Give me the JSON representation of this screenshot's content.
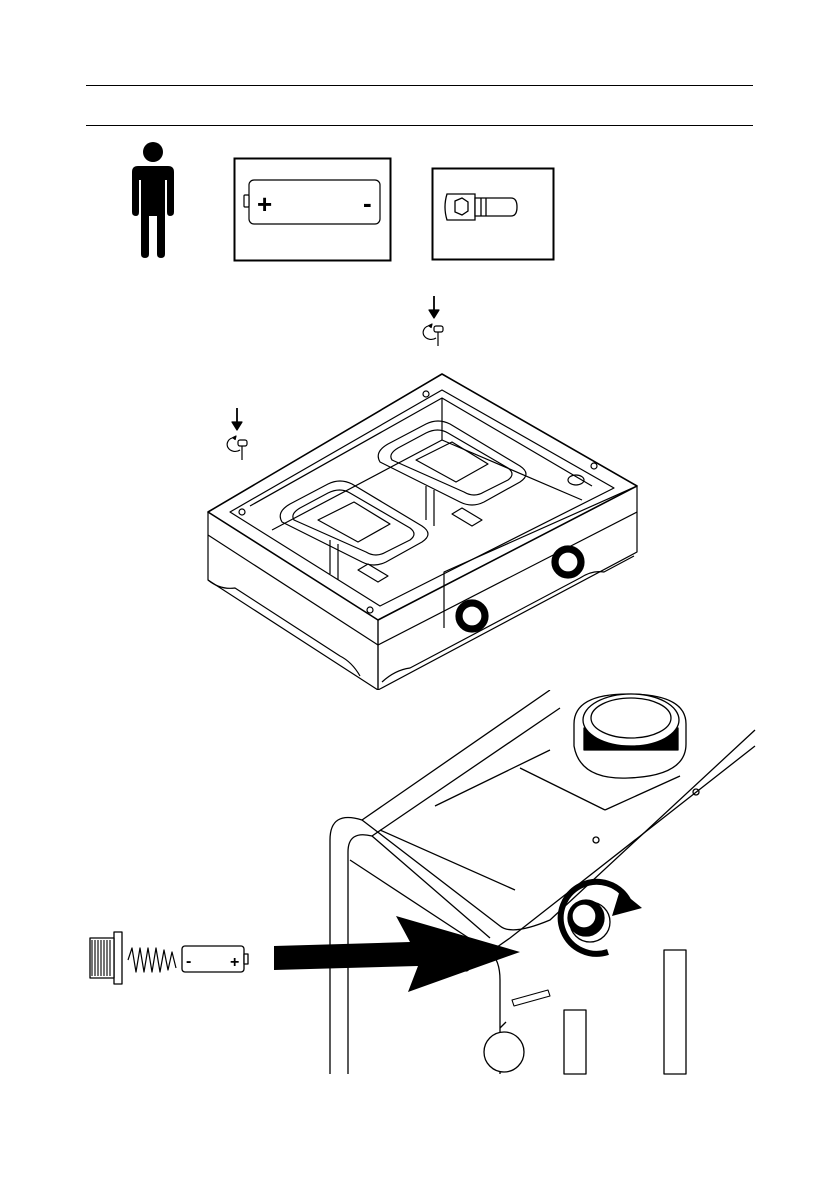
{
  "page": {
    "background": "#ffffff",
    "ink": "#000000"
  },
  "requirements": {
    "person_icon": "person-icon",
    "battery_icon": "battery-icon",
    "battery": {
      "plus": "+",
      "minus": "-"
    },
    "screw_icon": "hex-socket-screw-icon"
  },
  "step1": {
    "illustration": "grill-top-view",
    "screw_icon": "screw-rotate-icon",
    "screw_count": 2
  },
  "step2": {
    "illustration": "battery-insert-closeup",
    "battery": {
      "minus": "-",
      "plus": "+"
    },
    "arrow_icon": "insert-arrow-icon",
    "rotate_icon": "rotate-clockwise-icon"
  }
}
